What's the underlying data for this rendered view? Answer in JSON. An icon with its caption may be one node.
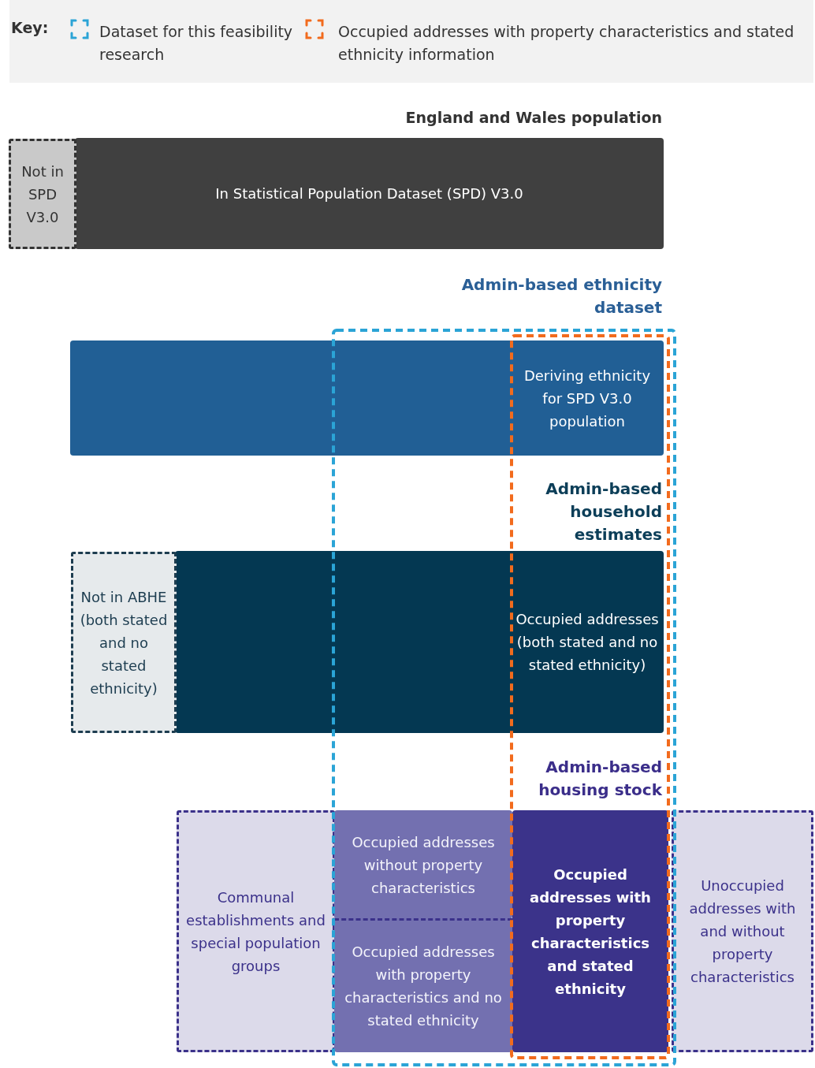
{
  "diagram": {
    "nodes": [
      {
        "text": [
          "In Statistical Population Dataset (SPD) V3.0"
        ]
      },
      {
        "text": [
          "Not in SPD V3.0"
        ]
      },
      {
        "text": [
          "Deriving ethnicity for SPD V3.0 population"
        ]
      },
      {
        "text": [
          "Occupied addresses (both stated and no stated ethnicity)"
        ]
      },
      {
        "text": [
          "Not in ABHE (both stated and no stated ethnicity)"
        ]
      },
      {
        "text": [
          "Communal establishments and special population groups"
        ]
      },
      {
        "text": [
          "Occupied addresses without property characteristics"
        ]
      },
      {
        "text": [
          "Occupied addresses with property characteristics and no stated ethnicity"
        ]
      },
      {
        "text": [
          "Occupied addresses with property characteristics and stated ethnicity"
        ]
      },
      {
        "text": [
          "Unoccupied addresses with and without property characteristics"
        ]
      }
    ],
    "edges": [],
    "labels": [
      "Key:",
      "England and Wales population",
      "Admin-based ethnicity dataset",
      "Admin-based household estimates",
      "Admin-based housing stock"
    ],
    "legend": [
      {
        "text": "Dataset for this feasibility research",
        "color": "#2ba4d6"
      },
      {
        "text": "Occupied addresses with property characteristics and stated ethnicity information",
        "color": "#f26b1d"
      }
    ]
  }
}
